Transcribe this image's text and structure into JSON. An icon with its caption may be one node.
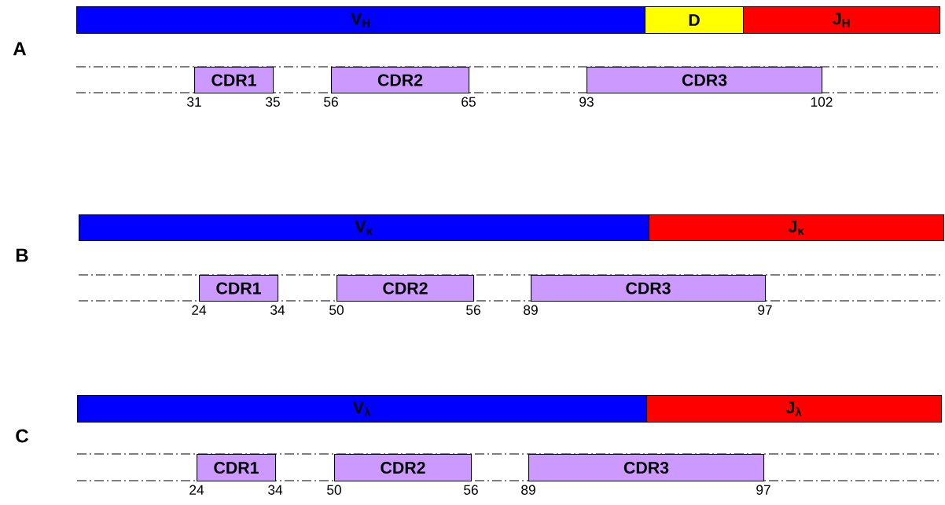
{
  "diagram": {
    "nodes": [
      {
        "text": [
          "V$_{H}$"
        ]
      },
      {
        "text": [
          "D"
        ]
      },
      {
        "text": [
          "J$_{H}$"
        ]
      },
      {
        "text": [
          "CDR1"
        ],
        "beside": [
          "31",
          "35"
        ]
      },
      {
        "text": [
          "CDR2"
        ],
        "beside": [
          "56",
          "65"
        ]
      },
      {
        "text": [
          "CDR3"
        ],
        "beside": [
          "93",
          "102"
        ]
      },
      {
        "text": [
          "V$_{κ}$"
        ]
      },
      {
        "text": [
          "J$_{κ}$"
        ]
      },
      {
        "text": [
          "CDR1"
        ],
        "beside": [
          "24",
          "34"
        ]
      },
      {
        "text": [
          "CDR2"
        ],
        "beside": [
          "50",
          "56"
        ]
      },
      {
        "text": [
          "CDR3"
        ],
        "beside": [
          "89",
          "97"
        ]
      },
      {
        "text": [
          "V$_{λ}$"
        ]
      },
      {
        "text": [
          "J$_{λ}$"
        ]
      },
      {
        "text": [
          "CDR1"
        ],
        "beside": [
          "24",
          "34"
        ]
      },
      {
        "text": [
          "CDR2"
        ],
        "beside": [
          "50",
          "56"
        ]
      },
      {
        "text": [
          "CDR3"
        ],
        "beside": [
          "89",
          "97"
        ]
      }
    ],
    "labels": [
      "A",
      "B",
      "C"
    ]
  }
}
